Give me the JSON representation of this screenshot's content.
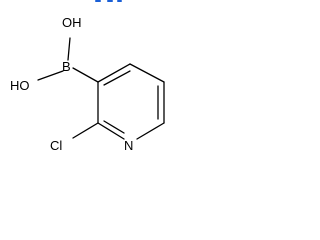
{
  "molecule": {
    "atom_labels": {
      "hydroxyl_top": "OH",
      "hydroxyl_left": "HO",
      "boron": "B",
      "chlorine": "Cl",
      "nitrogen": "N"
    }
  },
  "colors": {
    "bond": "#000000",
    "label": "#000000",
    "background": "#ffffff",
    "top_crop_remnant": "#1a5fd6"
  }
}
